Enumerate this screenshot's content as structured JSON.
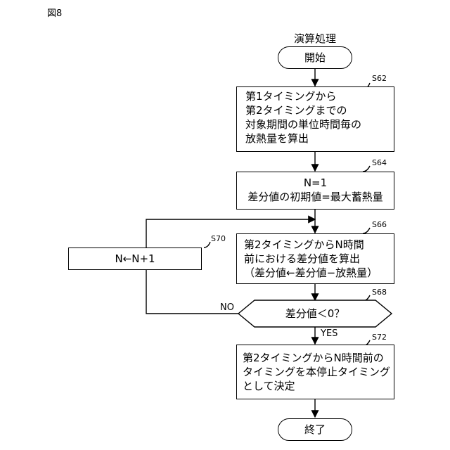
{
  "figure_label": "図8",
  "title": "演算処理",
  "start": "開始",
  "end": "終了",
  "steps": {
    "s62": {
      "label": "S62",
      "lines": [
        "第1タイミングから",
        "第2タイミングまでの",
        "対象期間の単位時間毎の",
        "放熱量を算出"
      ]
    },
    "s64": {
      "label": "S64",
      "lines": [
        "N=1",
        "差分値の初期値=最大蓄熱量"
      ]
    },
    "s66": {
      "label": "S66",
      "lines": [
        "第2タイミングからN時間",
        "前における差分値を算出",
        "（差分値←差分値−放熱量）"
      ]
    },
    "s68": {
      "label": "S68",
      "text": "差分値＜0？"
    },
    "s70": {
      "label": "S70",
      "text": "N←N+1"
    },
    "s72": {
      "label": "S72",
      "lines": [
        "第2タイミングからN時間前の",
        "タイミングを本停止タイミング",
        "として決定"
      ]
    }
  },
  "branches": {
    "yes": "YES",
    "no": "NO"
  }
}
